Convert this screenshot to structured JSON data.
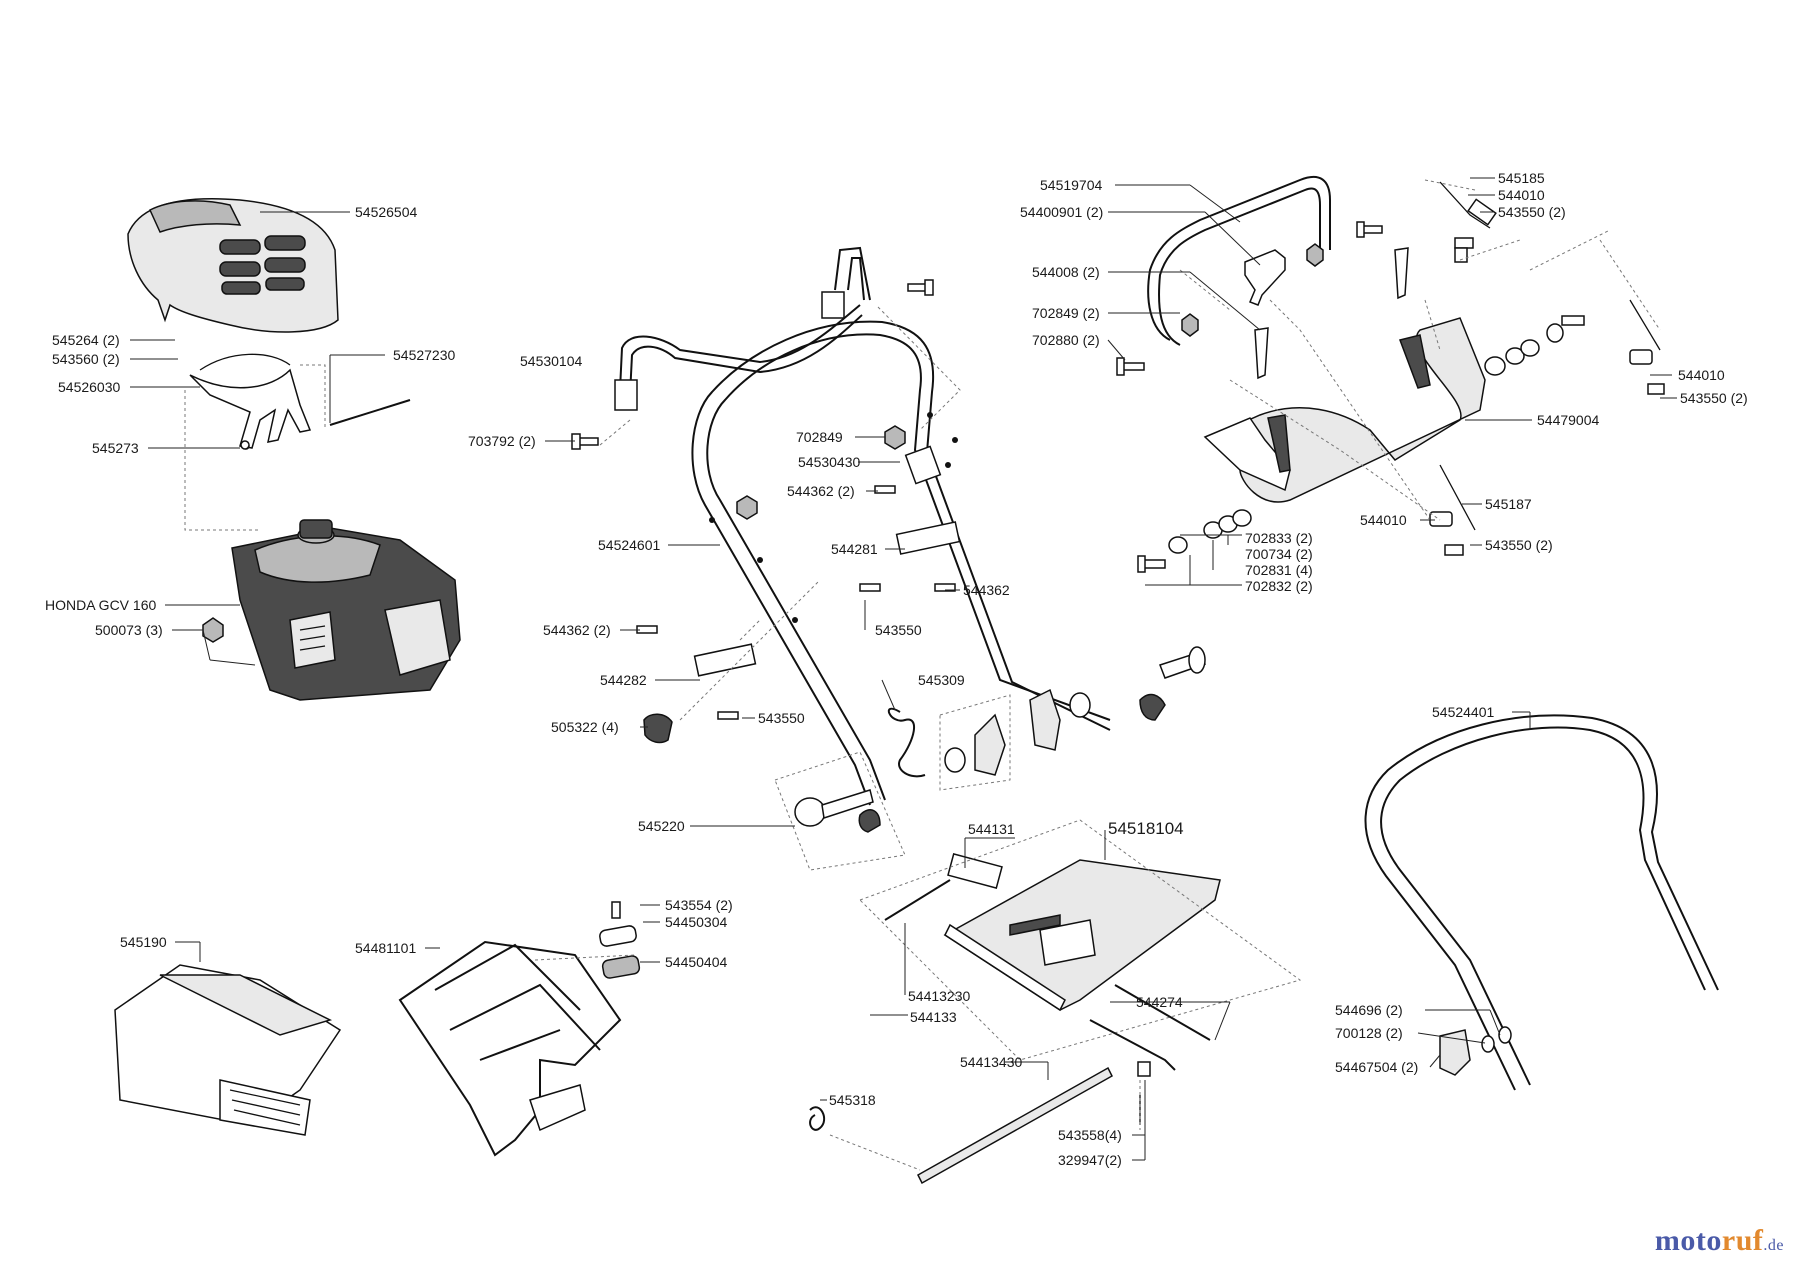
{
  "labels": {
    "p54526504": "54526504",
    "p545264": "545264 (2)",
    "p543560": "543560 (2)",
    "p54526030": "54526030",
    "p54527230": "54527230",
    "p545273": "545273",
    "honda": "HONDA GCV 160",
    "p500073": "500073 (3)",
    "p54530104": "54530104",
    "p703792": "703792 (2)",
    "p702849a": "702849",
    "p54530430": "54530430",
    "p544362a": "544362 (2)",
    "p54524601": "54524601",
    "p544281": "544281",
    "p544362b": "544362",
    "p543550a": "543550",
    "p544362c": "544362 (2)",
    "p544282": "544282",
    "p543550b": "543550",
    "p505322": "505322 (4)",
    "p545309": "545309",
    "p545220": "545220",
    "p54519704": "54519704",
    "p54400901": "54400901 (2)",
    "p544008": "544008 (2)",
    "p702849b": "702849 (2)",
    "p702880": "702880 (2)",
    "p545185": "545185",
    "p544010a": "544010",
    "p543550c": "543550 (2)",
    "p544010b": "544010",
    "p543550d": "543550 (2)",
    "p54479004": "54479004",
    "p544010c": "544010",
    "p545187": "545187",
    "p543550e": "543550 (2)",
    "p702833": "702833 (2)",
    "p700734": "700734 (2)",
    "p702831": "702831 (4)",
    "p702832": "702832 (2)",
    "p54524401": "54524401",
    "p544131": "544131",
    "p54518104": "54518104",
    "p54413230": "54413230",
    "p544133": "544133",
    "p544274": "544274",
    "p54413430": "54413430",
    "p545318": "545318",
    "p543558": "543558(4)",
    "p329947": "329947(2)",
    "p544696": "544696 (2)",
    "p700128": "700128 (2)",
    "p54467504": "54467504 (2)",
    "p545190": "545190",
    "p54481101": "54481101",
    "p543554": "543554 (2)",
    "p54450304": "54450304",
    "p54450404": "54450404"
  },
  "brand": {
    "part1": "moto",
    "part2": "ruf",
    "part3": ".de"
  }
}
